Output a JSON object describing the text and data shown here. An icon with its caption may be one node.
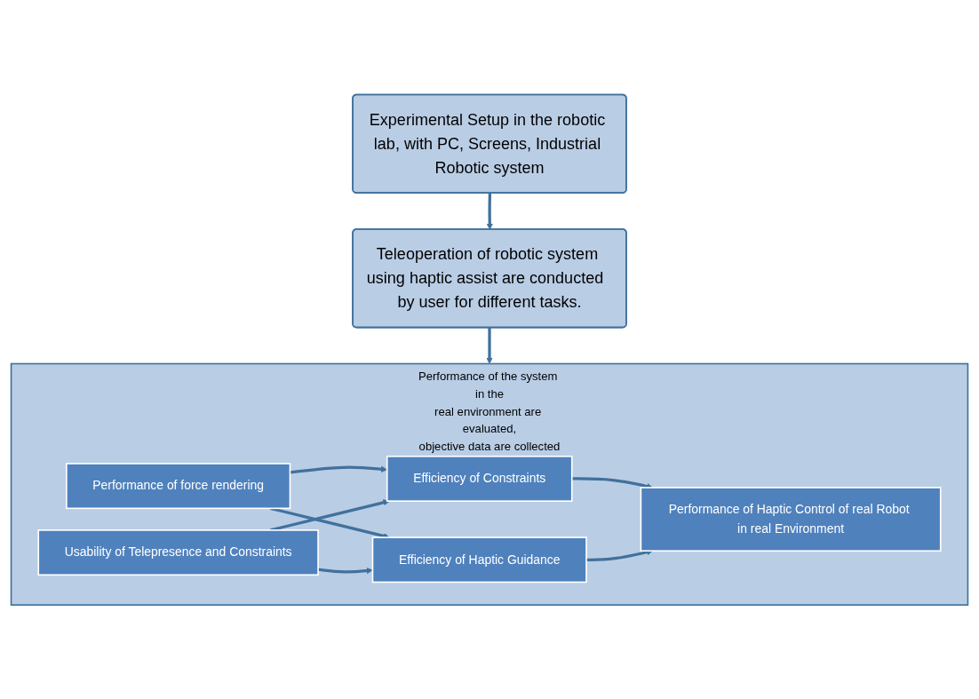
{
  "diagram": {
    "nodes": [
      {
        "text": [
          "Experimental Setup in the robotic lab, with PC, Screens, Industrial Robotic system"
        ]
      },
      {
        "text": [
          "Teleoperation of robotic system using haptic assist are conducted  by user for different tasks."
        ]
      },
      {
        "text": [
          "Performance of the system in the real environment are evaluated, objective data are collected"
        ]
      },
      {
        "text": [
          "Performance  of force rendering"
        ],
        "in": 2
      },
      {
        "text": [
          "Usability of Telepresence and Constraints"
        ],
        "in": 2
      },
      {
        "text": [
          "Efficiency of Constraints"
        ],
        "in": 2
      },
      {
        "text": [
          "Efficiency of Haptic Guidance"
        ],
        "in": 2
      },
      {
        "text": [
          "Performance of Haptic Control of real Robot in real Environment"
        ],
        "in": 2
      }
    ],
    "edges": [
      {
        "from": 0,
        "to": 1,
        "arrow": "to"
      },
      {
        "from": 1,
        "to": 2,
        "arrow": "to"
      },
      {
        "from": 3,
        "to": 5,
        "arrow": "to"
      },
      {
        "from": 3,
        "to": 6,
        "arrow": "to"
      },
      {
        "from": 4,
        "to": 5,
        "arrow": "to"
      },
      {
        "from": 4,
        "to": 6,
        "arrow": "to"
      },
      {
        "from": 5,
        "to": 7,
        "arrow": "to"
      },
      {
        "from": 6,
        "to": 7,
        "arrow": "to"
      }
    ]
  }
}
